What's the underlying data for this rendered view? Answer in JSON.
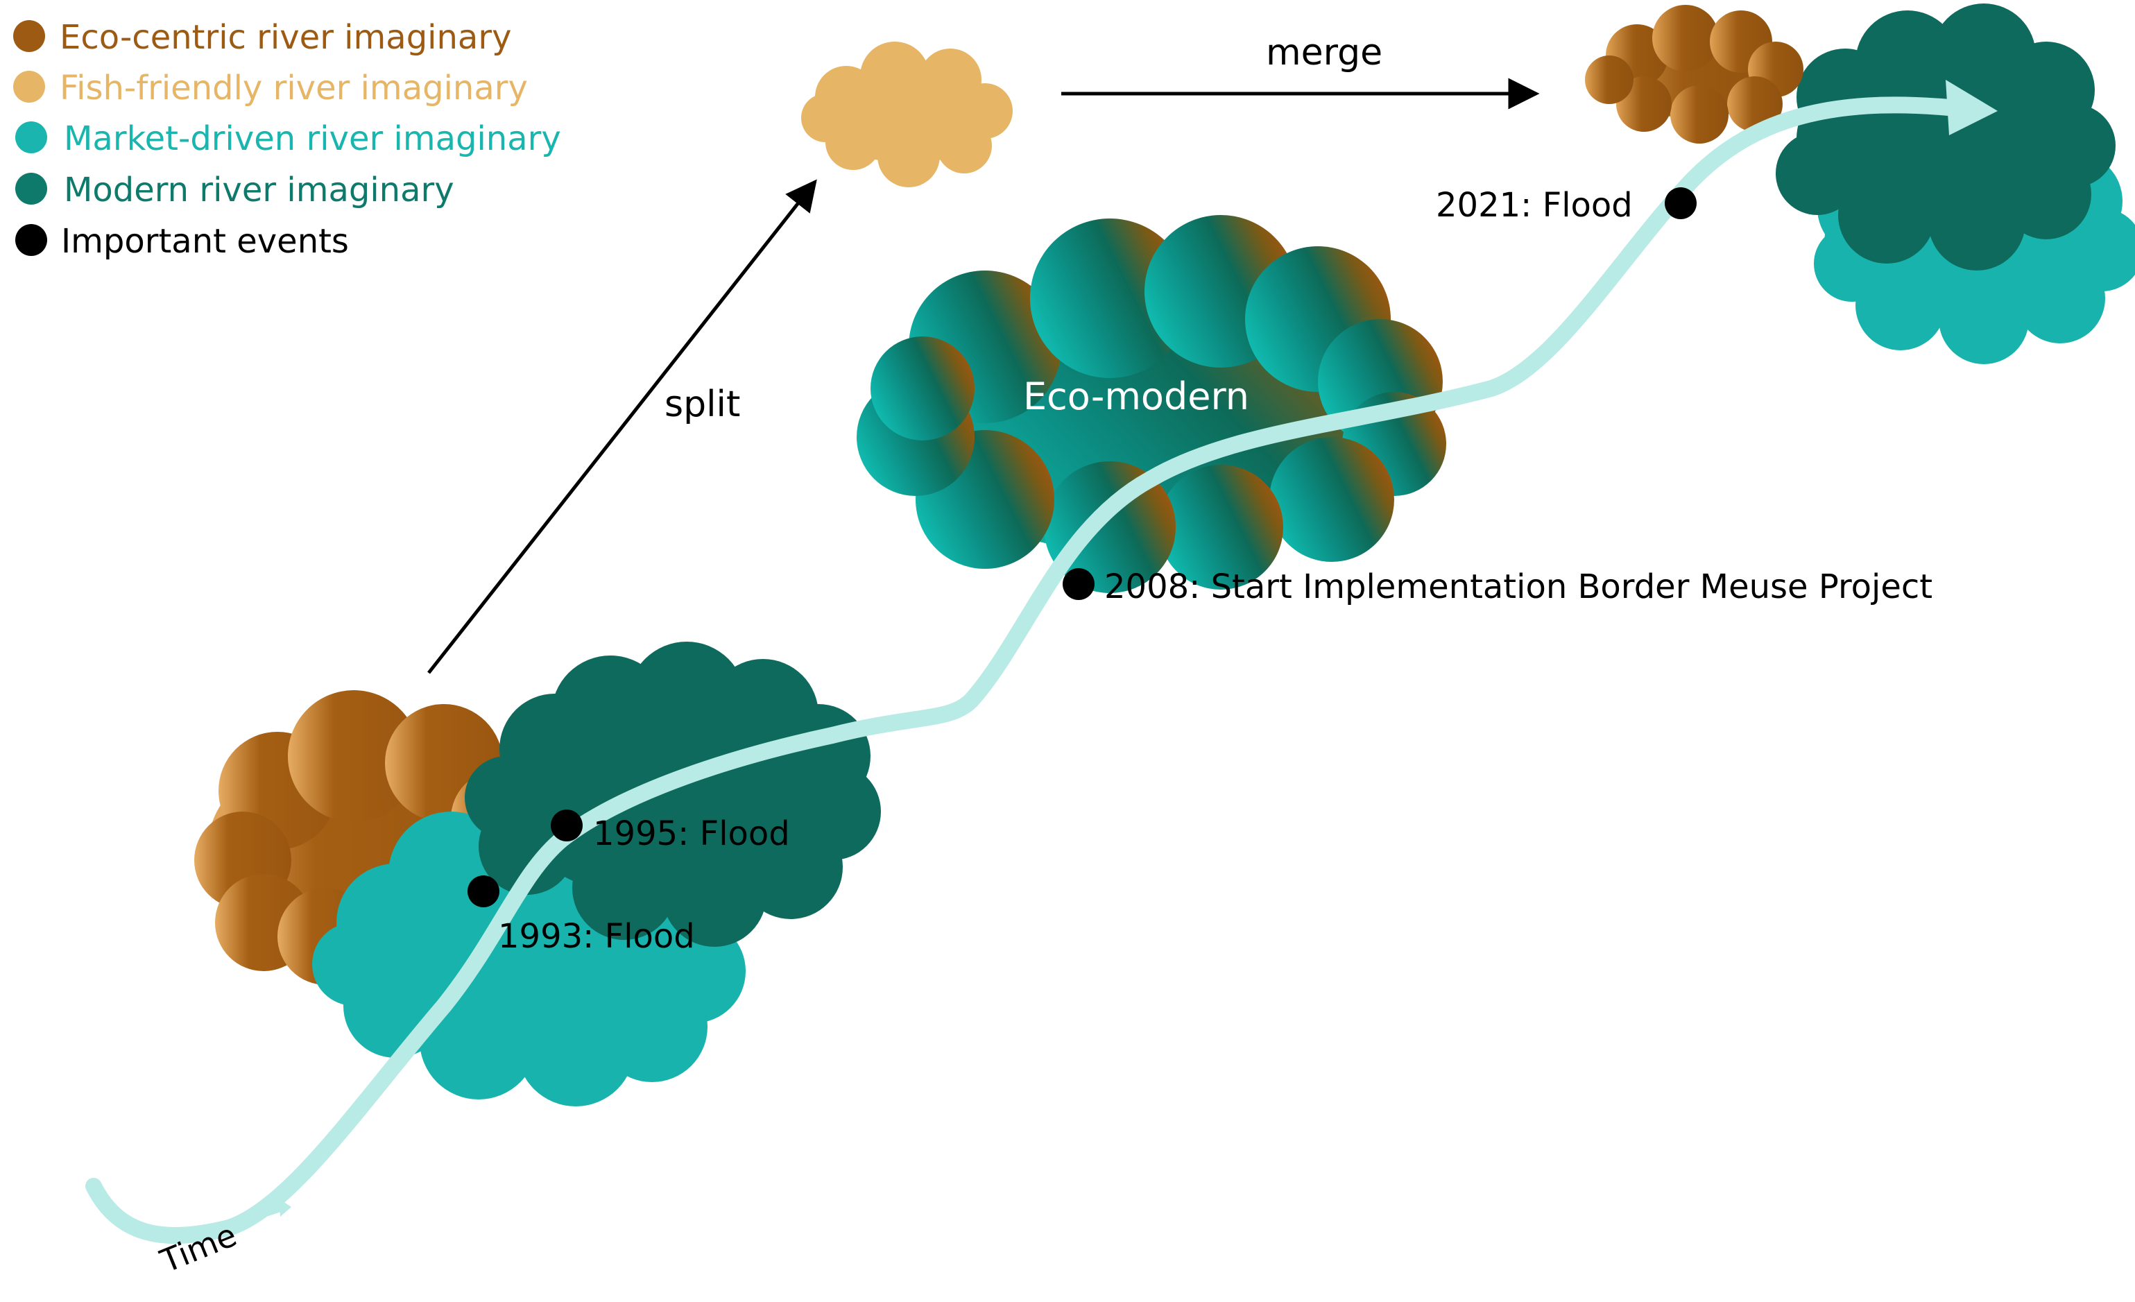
{
  "legend": [
    {
      "label": "Eco-centric river imaginary",
      "color": "#9c5a12"
    },
    {
      "label": "Fish-friendly river imaginary",
      "color": "#e6b565"
    },
    {
      "label": "Market-driven river imaginary",
      "color": "#19b5ae"
    },
    {
      "label": "Modern river imaginary",
      "color": "#0e7a6c"
    },
    {
      "label": "Important events",
      "color": "#000000"
    }
  ],
  "labels": {
    "split": "split",
    "merge": "merge",
    "eco_modern": "Eco-modern",
    "time": "Time"
  },
  "events": {
    "e1993": "1993: Flood",
    "e1995": "1995: Flood",
    "e2008": "2008: Start Implementation Border Meuse Project",
    "e2021": "2021: Flood"
  },
  "colors": {
    "eco_centric": "#9c5a12",
    "fish_friendly": "#e6b565",
    "market_driven": "#19b5ae",
    "modern": "#0e6a5e",
    "timeline": "#b9ebe6",
    "event": "#000000"
  }
}
